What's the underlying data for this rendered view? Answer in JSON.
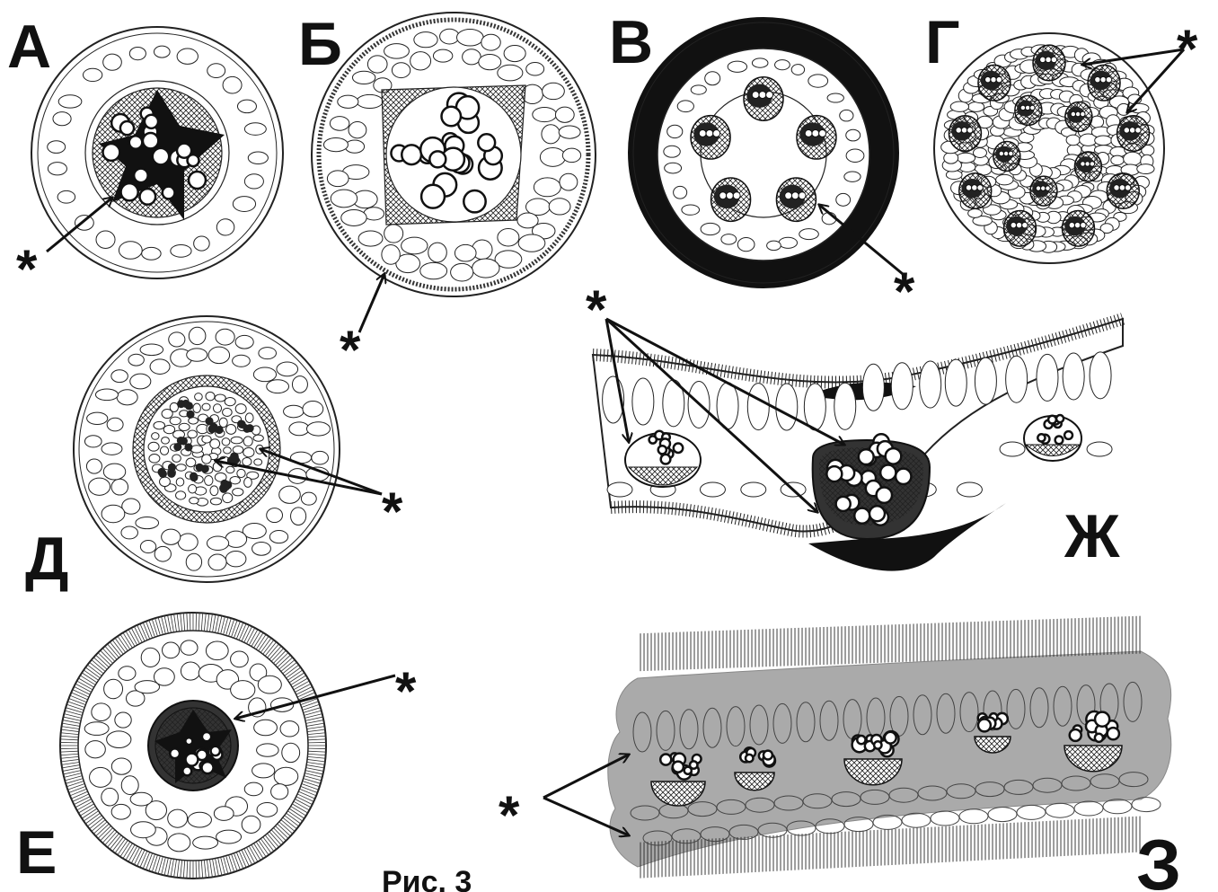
{
  "figure": {
    "caption": "Рис. 3",
    "marker": "*",
    "panels": [
      {
        "id": "A",
        "label": "А"
      },
      {
        "id": "B",
        "label": "Б"
      },
      {
        "id": "V",
        "label": "В"
      },
      {
        "id": "G",
        "label": "Г"
      },
      {
        "id": "D",
        "label": "Д"
      },
      {
        "id": "E",
        "label": "Е"
      },
      {
        "id": "Zh",
        "label": "Ж"
      },
      {
        "id": "Z",
        "label": "З"
      }
    ]
  }
}
